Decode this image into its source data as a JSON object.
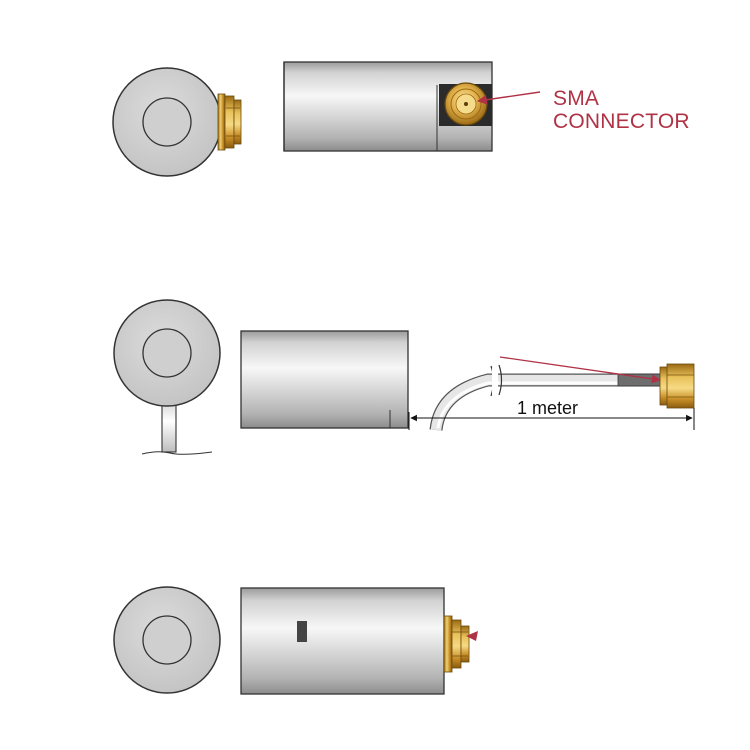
{
  "figure": {
    "callout": {
      "line1": "SMA",
      "line2": "CONNECTOR"
    },
    "dimension": {
      "label": "1 meter"
    },
    "views": [
      {
        "name": "top-variant",
        "connector": "sma-side"
      },
      {
        "name": "middle-variant",
        "connector": "cable-to-sma"
      },
      {
        "name": "bottom-variant",
        "connector": "sma-end"
      }
    ]
  },
  "colors": {
    "callout": "#b03245",
    "body_gray": "#c9c9c9",
    "brass": "#d9a53c",
    "outline": "#333333"
  }
}
